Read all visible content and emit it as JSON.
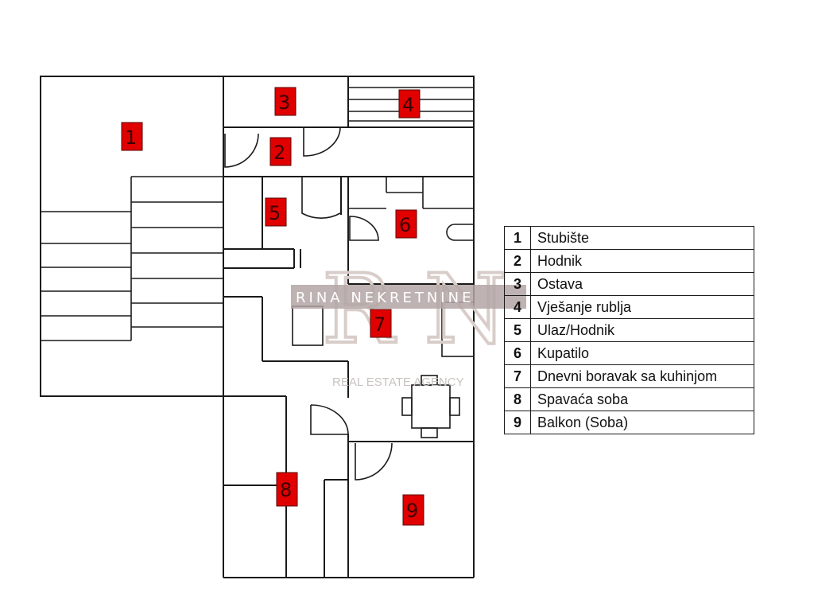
{
  "markers": {
    "m1": "1",
    "m2": "2",
    "m3": "3",
    "m4": "4",
    "m5": "5",
    "m6": "6",
    "m7": "7",
    "m8": "8",
    "m9": "9"
  },
  "watermark": {
    "letters": "R N",
    "band_text": "RINA NEKRETNINE",
    "subtitle": "REAL ESTATE AGENCY"
  },
  "legend": [
    {
      "num": "1",
      "name": "Stubište"
    },
    {
      "num": "2",
      "name": "Hodnik"
    },
    {
      "num": "3",
      "name": "Ostava"
    },
    {
      "num": "4",
      "name": "Vješanje rublja"
    },
    {
      "num": "5",
      "name": "Ulaz/Hodnik"
    },
    {
      "num": "6",
      "name": "Kupatilo"
    },
    {
      "num": "7",
      "name": "Dnevni boravak sa kuhinjom"
    },
    {
      "num": "8",
      "name": "Spavaća soba"
    },
    {
      "num": "9",
      "name": "Balkon (Soba)"
    }
  ],
  "colors": {
    "marker": "#e00000",
    "line": "#1a1a1a",
    "watermark": "#b3a6a4"
  }
}
